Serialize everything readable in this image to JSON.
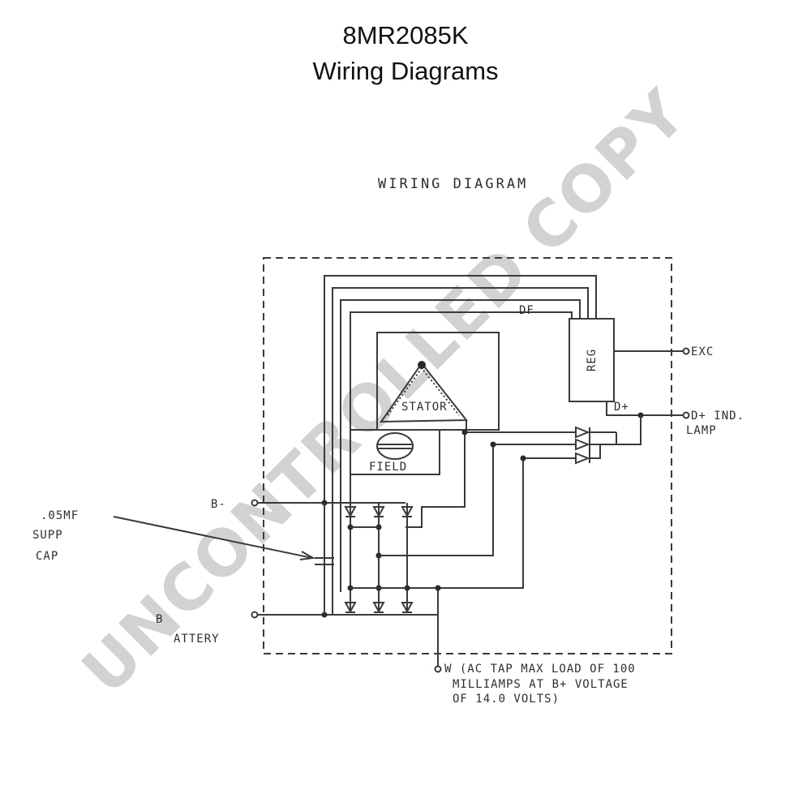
{
  "header": {
    "part_number": "8MR2085K",
    "subtitle": "Wiring Diagrams"
  },
  "watermark": "UNCONTROLLED COPY",
  "diagram": {
    "heading": "WIRING DIAGRAM",
    "labels": {
      "df": "DF",
      "reg": "REG",
      "exc": "EXC",
      "d_plus": "D+",
      "d_plus_ind": "D+ IND.",
      "lamp": "LAMP",
      "stator": "STATOR",
      "field": "FIELD",
      "b_minus": "B-",
      "cap_1": ".05MF",
      "cap_2": "SUPP",
      "cap_3": "CAP",
      "battery_b": "B",
      "battery_rest": "ATTERY",
      "w_note_1": "W (AC TAP MAX LOAD OF 100",
      "w_note_2": "MILLIAMPS AT B+ VOLTAGE",
      "w_note_3": "OF 14.0 VOLTS)"
    }
  },
  "colors": {
    "line": "#3a3a3a",
    "watermark": "#d2d2d2"
  }
}
